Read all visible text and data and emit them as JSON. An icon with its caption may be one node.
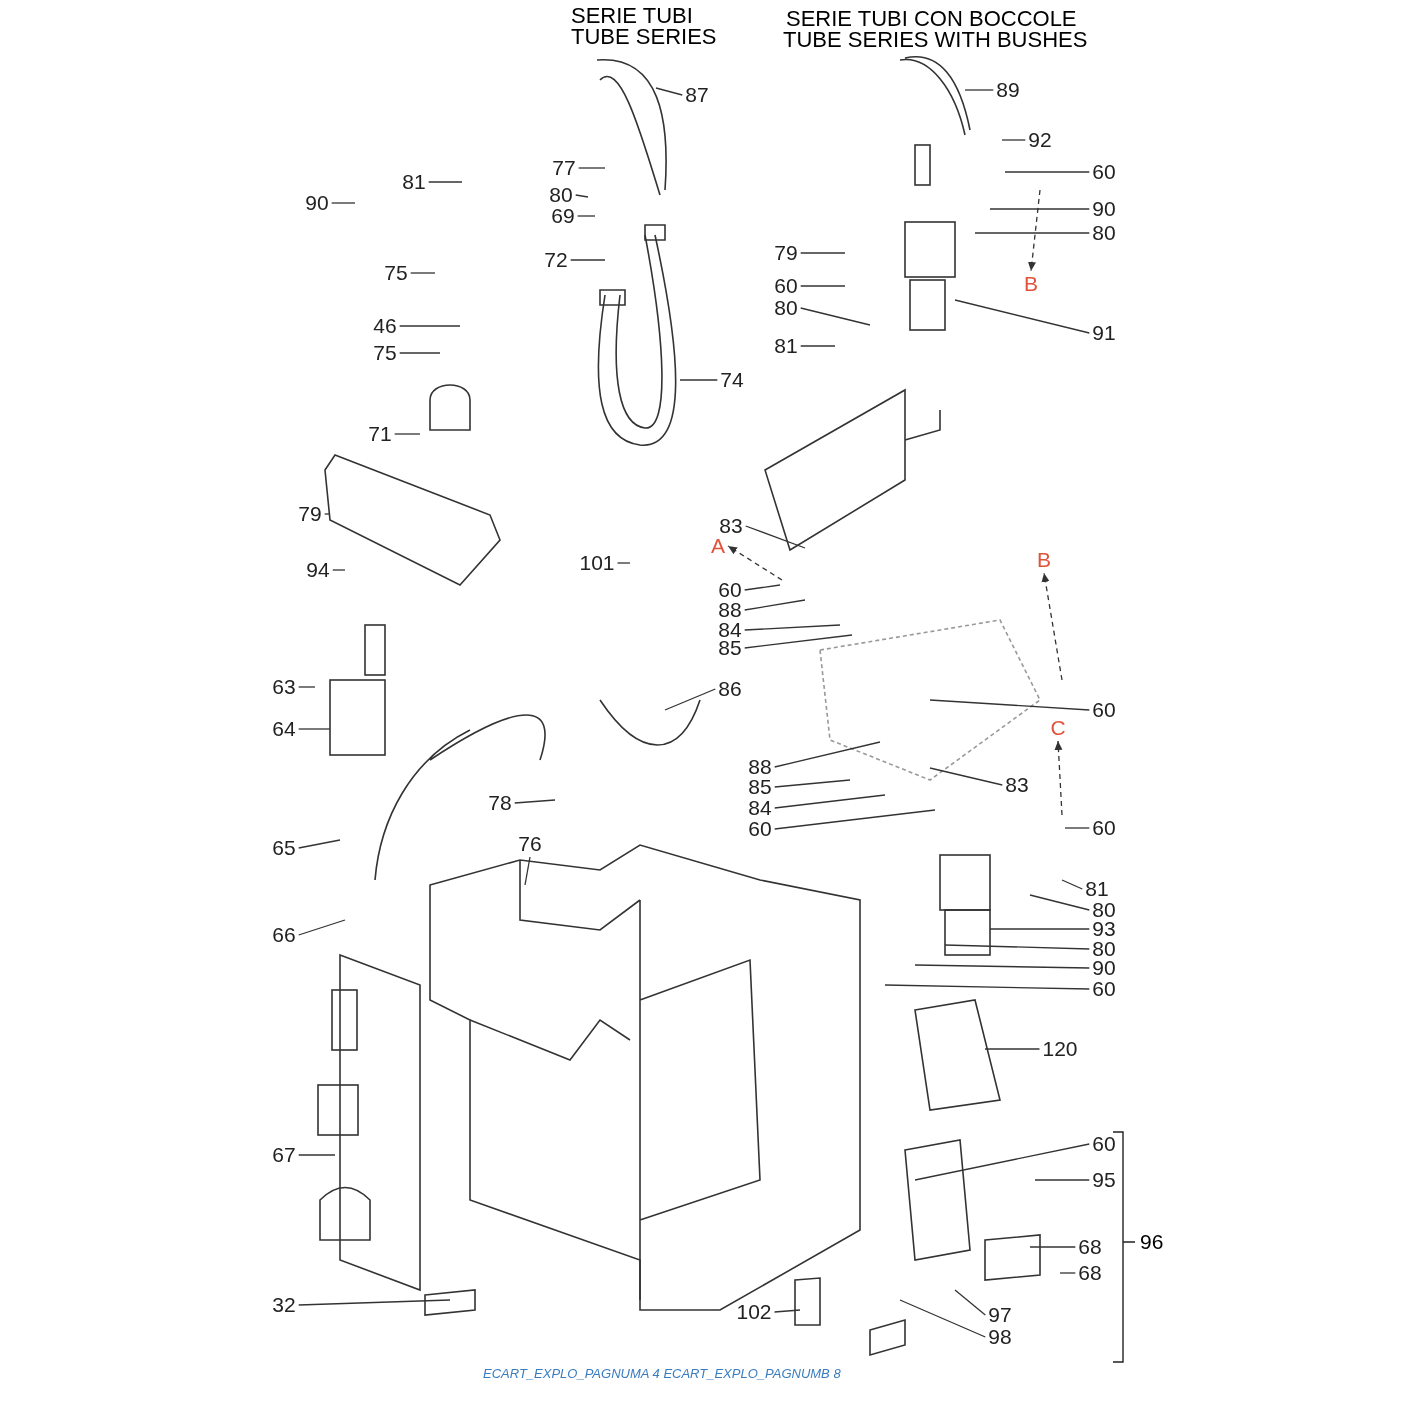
{
  "diagram": {
    "nodes": [
      {
        "text": [
          "87"
        ]
      },
      {
        "text": [
          "89"
        ]
      },
      {
        "text": [
          "92"
        ]
      },
      {
        "text": [
          "81"
        ]
      },
      {
        "text": [
          "90"
        ]
      },
      {
        "text": [
          "77"
        ]
      },
      {
        "text": [
          "60"
        ]
      },
      {
        "text": [
          "80"
        ]
      },
      {
        "text": [
          "69"
        ]
      },
      {
        "text": [
          "90"
        ]
      },
      {
        "text": [
          "80"
        ]
      },
      {
        "text": [
          "72"
        ]
      },
      {
        "text": [
          "79"
        ]
      },
      {
        "text": [
          "60"
        ]
      },
      {
        "text": [
          "B"
        ]
      },
      {
        "text": [
          "75"
        ]
      },
      {
        "text": [
          "80"
        ]
      },
      {
        "text": [
          "46"
        ]
      },
      {
        "text": [
          "91"
        ]
      },
      {
        "text": [
          "81"
        ]
      },
      {
        "text": [
          "75"
        ]
      },
      {
        "text": [
          "74"
        ]
      },
      {
        "text": [
          "71"
        ]
      },
      {
        "text": [
          "79"
        ]
      },
      {
        "text": [
          "83"
        ]
      },
      {
        "text": [
          "A"
        ]
      },
      {
        "text": [
          "B"
        ]
      },
      {
        "text": [
          "101"
        ]
      },
      {
        "text": [
          "94"
        ]
      },
      {
        "text": [
          "60"
        ]
      },
      {
        "text": [
          "88"
        ]
      },
      {
        "text": [
          "84"
        ]
      },
      {
        "text": [
          "85"
        ]
      },
      {
        "text": [
          "63"
        ]
      },
      {
        "text": [
          "86"
        ]
      },
      {
        "text": [
          "60"
        ]
      },
      {
        "text": [
          "64"
        ]
      },
      {
        "text": [
          "C"
        ]
      },
      {
        "text": [
          "88"
        ]
      },
      {
        "text": [
          "83"
        ]
      },
      {
        "text": [
          "85"
        ]
      },
      {
        "text": [
          "78"
        ]
      },
      {
        "text": [
          "84"
        ]
      },
      {
        "text": [
          "60"
        ]
      },
      {
        "text": [
          "60"
        ]
      },
      {
        "text": [
          "76"
        ]
      },
      {
        "text": [
          "65"
        ]
      },
      {
        "text": [
          "81"
        ]
      },
      {
        "text": [
          "80"
        ]
      },
      {
        "text": [
          "93"
        ]
      },
      {
        "text": [
          "66"
        ]
      },
      {
        "text": [
          "80"
        ]
      },
      {
        "text": [
          "90"
        ]
      },
      {
        "text": [
          "60"
        ]
      },
      {
        "text": [
          "120"
        ]
      },
      {
        "text": [
          "67"
        ]
      },
      {
        "text": [
          "60"
        ]
      },
      {
        "text": [
          "95"
        ]
      },
      {
        "text": [
          "68"
        ]
      },
      {
        "text": [
          "68"
        ]
      },
      {
        "text": [
          "32"
        ]
      },
      {
        "text": [
          "102"
        ]
      },
      {
        "text": [
          "97"
        ]
      },
      {
        "text": [
          "98"
        ]
      }
    ],
    "edges": [
      {
        "from": 0,
        "to": null,
        "arrow": "none"
      },
      {
        "from": 1,
        "to": null,
        "arrow": "none"
      },
      {
        "from": 2,
        "to": null,
        "arrow": "none"
      },
      {
        "from": 3,
        "to": null,
        "arrow": "none"
      },
      {
        "from": 4,
        "to": null,
        "arrow": "none"
      },
      {
        "from": 5,
        "to": null,
        "arrow": "none"
      },
      {
        "from": 6,
        "to": null,
        "arrow": "none"
      },
      {
        "from": 7,
        "to": null,
        "arrow": "none"
      },
      {
        "from": 8,
        "to": null,
        "arrow": "none"
      },
      {
        "from": 9,
        "to": null,
        "arrow": "none"
      },
      {
        "from": 10,
        "to": null,
        "arrow": "none"
      },
      {
        "from": 11,
        "to": null,
        "arrow": "none"
      },
      {
        "from": 12,
        "to": null,
        "arrow": "none"
      },
      {
        "from": 13,
        "to": null,
        "arrow": "none"
      },
      {
        "from": null,
        "to": 14,
        "arrow": "to",
        "style": "dashed"
      },
      {
        "from": 15,
        "to": null,
        "arrow": "none"
      },
      {
        "from": 16,
        "to": null,
        "arrow": "none"
      },
      {
        "from": 17,
        "to": null,
        "arrow": "none"
      },
      {
        "from": 18,
        "to": null,
        "arrow": "none"
      },
      {
        "from": 19,
        "to": null,
        "arrow": "none"
      },
      {
        "from": 20,
        "to": null,
        "arrow": "none"
      },
      {
        "from": 21,
        "to": null,
        "arrow": "none"
      },
      {
        "from": 22,
        "to": null,
        "arrow": "none"
      },
      {
        "from": 23,
        "to": null,
        "arrow": "none"
      },
      {
        "from": 24,
        "to": null,
        "arrow": "none"
      },
      {
        "from": null,
        "to": 25,
        "arrow": "to",
        "style": "dashed"
      },
      {
        "from": null,
        "to": 26,
        "arrow": "to",
        "style": "dashed"
      },
      {
        "from": 27,
        "to": null,
        "arrow": "none"
      },
      {
        "from": 28,
        "to": null,
        "arrow": "none"
      },
      {
        "from": 29,
        "to": null,
        "arrow": "none"
      },
      {
        "from": 30,
        "to": null,
        "arrow": "none"
      },
      {
        "from": 31,
        "to": null,
        "arrow": "none"
      },
      {
        "from": 32,
        "to": null,
        "arrow": "none"
      },
      {
        "from": 33,
        "to": null,
        "arrow": "none"
      },
      {
        "from": 34,
        "to": null,
        "arrow": "none"
      },
      {
        "from": 35,
        "to": null,
        "arrow": "none"
      },
      {
        "from": 36,
        "to": null,
        "arrow": "none"
      },
      {
        "from": null,
        "to": 37,
        "arrow": "to",
        "style": "dashed"
      },
      {
        "from": 38,
        "to": null,
        "arrow": "none"
      },
      {
        "from": 39,
        "to": null,
        "arrow": "none"
      },
      {
        "from": 40,
        "to": null,
        "arrow": "none"
      },
      {
        "from": 41,
        "to": null,
        "arrow": "none"
      },
      {
        "from": 42,
        "to": null,
        "arrow": "none"
      },
      {
        "from": 43,
        "to": null,
        "arrow": "none"
      },
      {
        "from": 44,
        "to": null,
        "arrow": "none"
      },
      {
        "from": 45,
        "to": null,
        "arrow": "none"
      },
      {
        "from": 46,
        "to": null,
        "arrow": "none"
      },
      {
        "from": 47,
        "to": null,
        "arrow": "none"
      },
      {
        "from": 48,
        "to": null,
        "arrow": "none"
      },
      {
        "from": 49,
        "to": null,
        "arrow": "none"
      },
      {
        "from": 50,
        "to": null,
        "arrow": "none"
      },
      {
        "from": 51,
        "to": null,
        "arrow": "none"
      },
      {
        "from": 52,
        "to": null,
        "arrow": "none"
      },
      {
        "from": 53,
        "to": null,
        "arrow": "none"
      },
      {
        "from": 54,
        "to": null,
        "arrow": "none"
      },
      {
        "from": 55,
        "to": null,
        "arrow": "none"
      },
      {
        "from": 56,
        "to": null,
        "arrow": "none"
      },
      {
        "from": 57,
        "to": null,
        "arrow": "none"
      },
      {
        "from": 58,
        "to": null,
        "arrow": "none"
      },
      {
        "from": 59,
        "to": null,
        "arrow": "none"
      },
      {
        "from": 60,
        "to": null,
        "arrow": "none"
      },
      {
        "from": 61,
        "to": null,
        "arrow": "none"
      },
      {
        "from": 62,
        "to": null,
        "arrow": "none"
      },
      {
        "from": 63,
        "to": null,
        "arrow": "none"
      }
    ],
    "labels": [
      "SERIE TUBI",
      "TUBE SERIES",
      "SERIE TUBI CON BOCCOLE",
      "TUBE SERIES WITH BUSHES",
      "96",
      "ECART_EXPLO_PAGNUMA 4 ECART_EXPLO_PAGNUMB 8"
    ]
  }
}
